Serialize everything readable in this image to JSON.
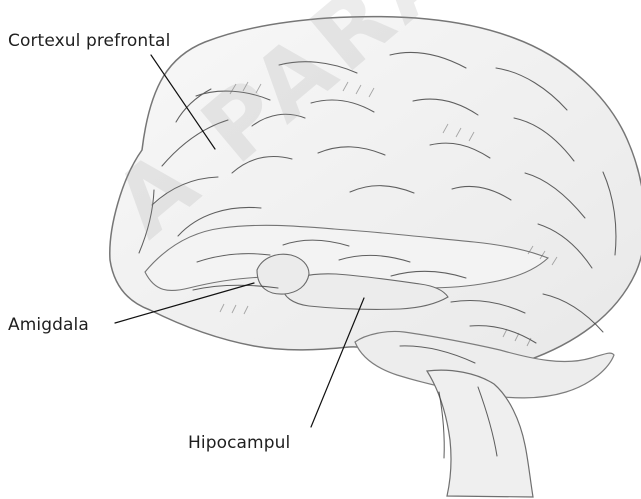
{
  "labels": {
    "cortex": "Cortexul prefrontal",
    "amygdala": "Amigdala",
    "hippocampus": "Hipocampul"
  },
  "watermark": "A PARALEL",
  "colors": {
    "brain_fill": "#f3f3f3",
    "brain_stroke": "#767676",
    "fold_stroke": "#3f3f3f",
    "leader_line": "#111111",
    "label_text": "#1f1f1f"
  }
}
